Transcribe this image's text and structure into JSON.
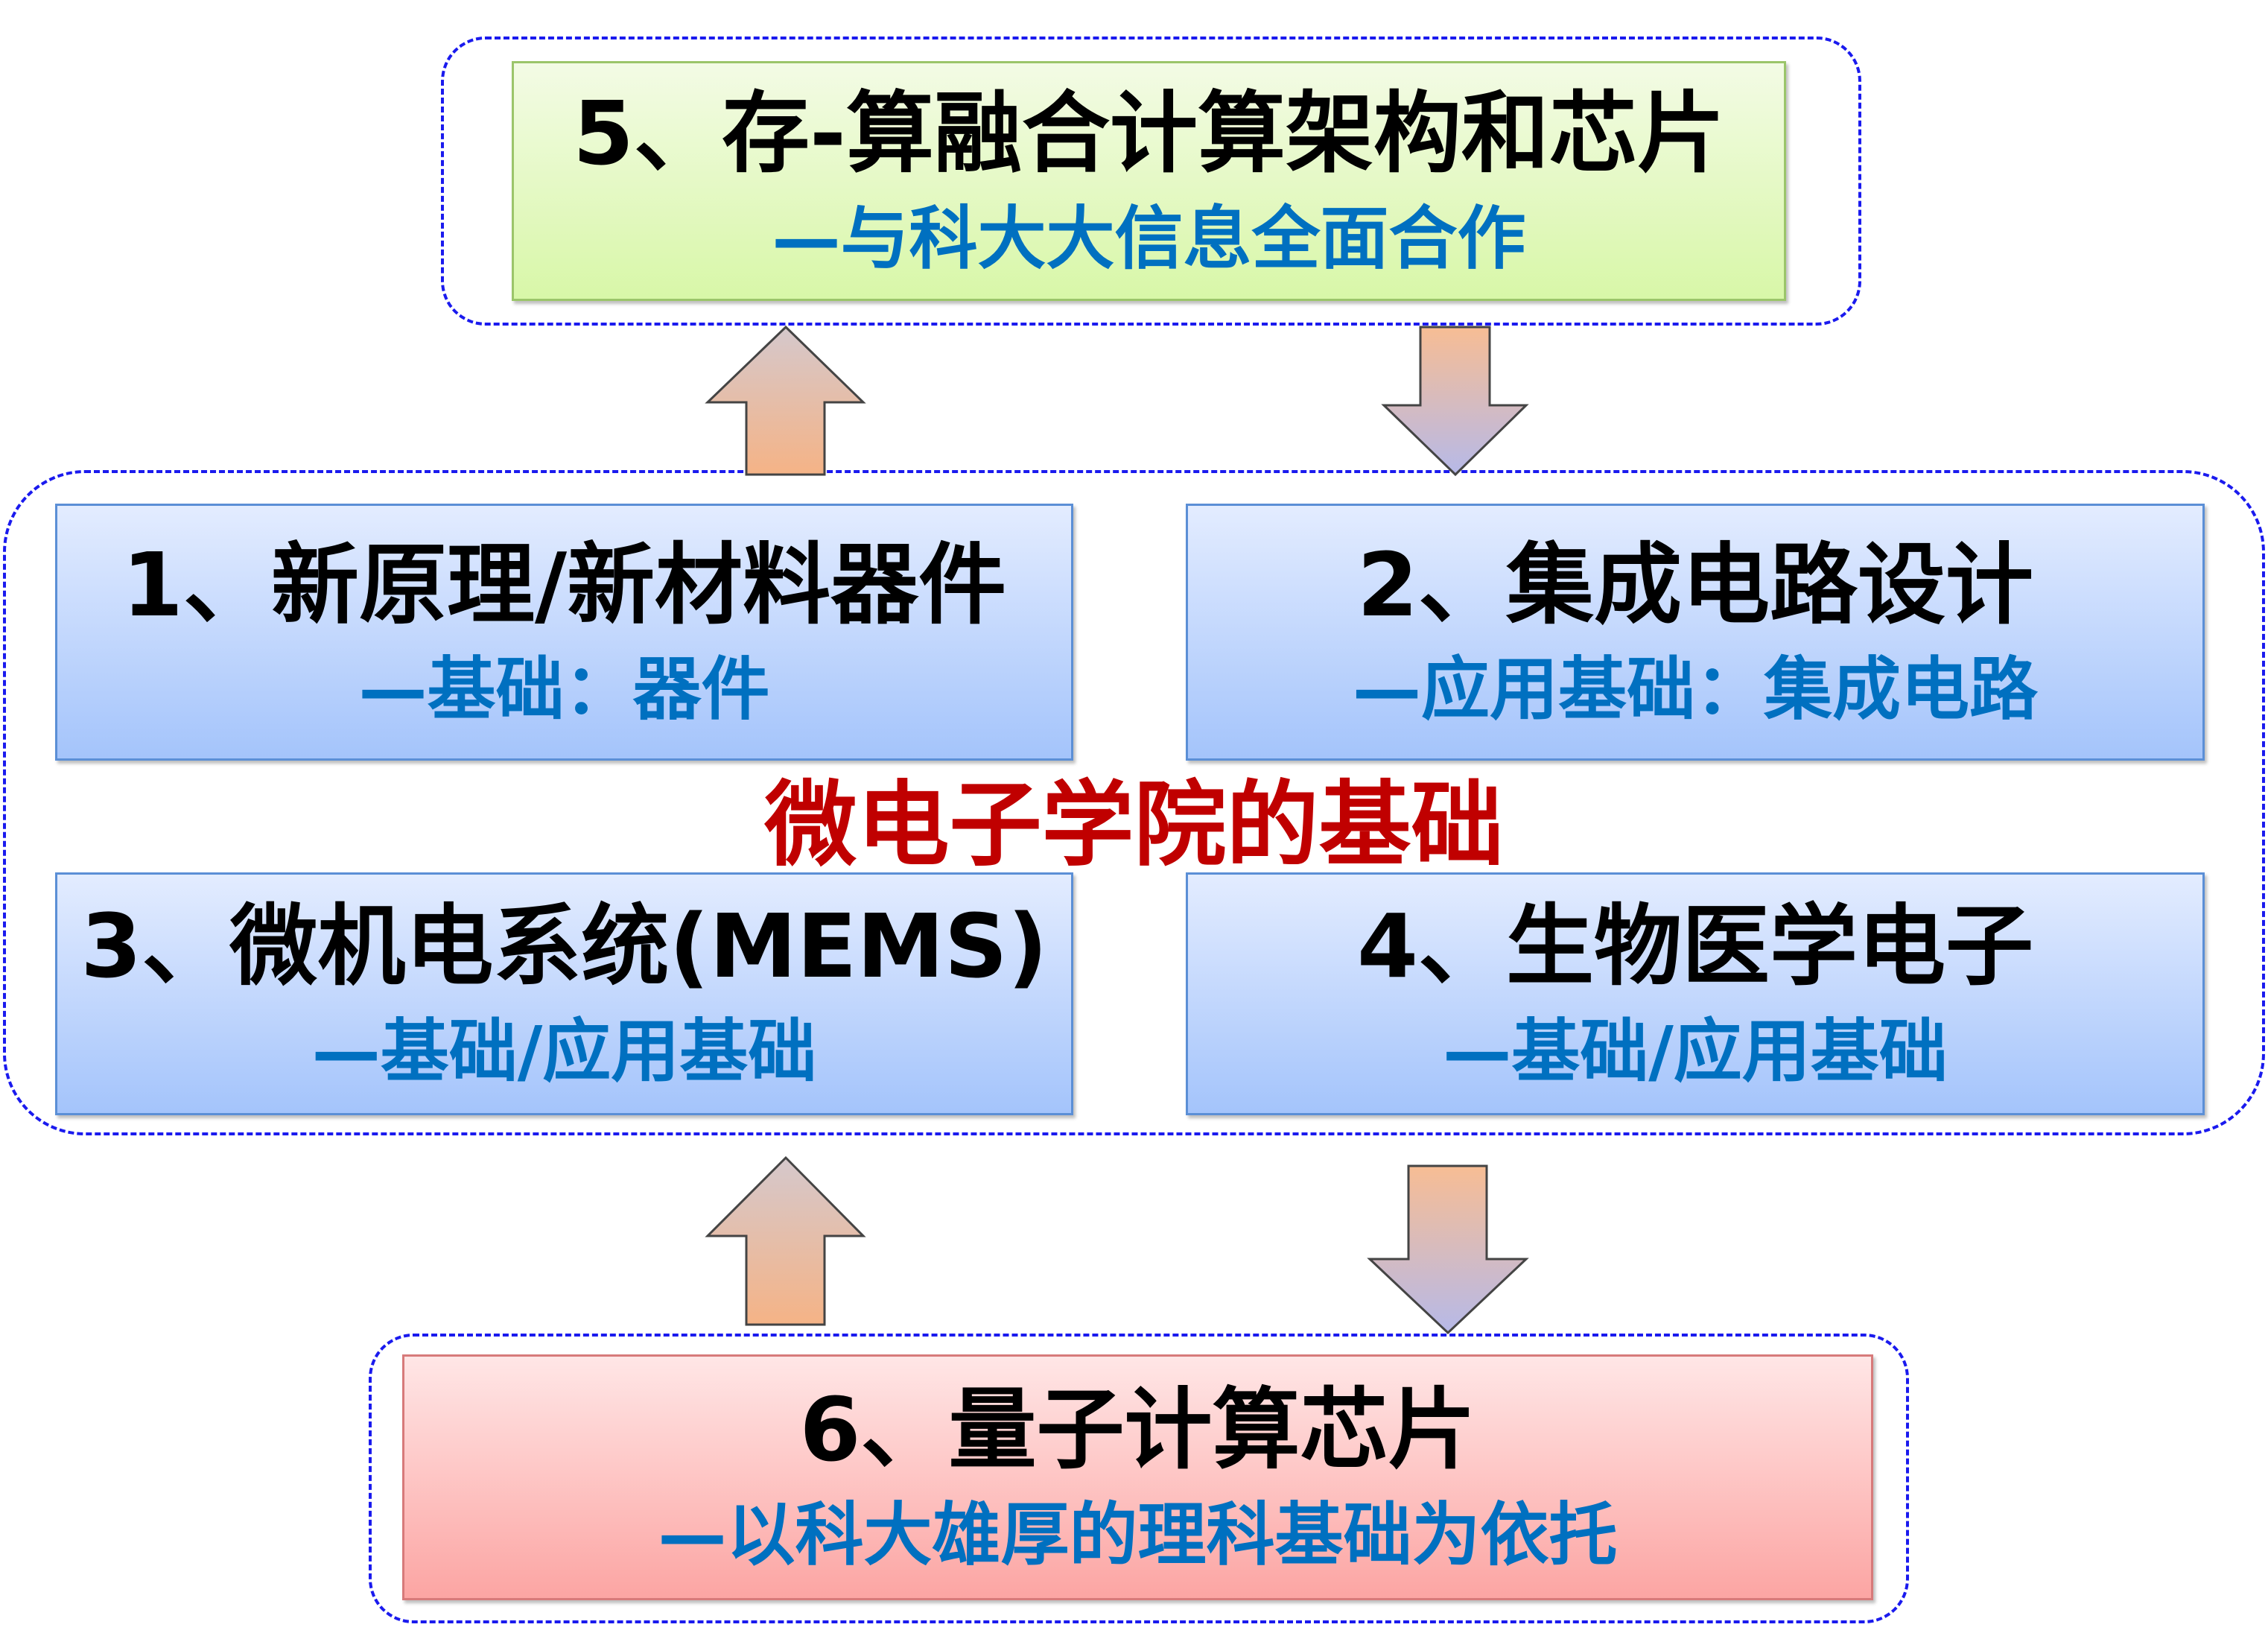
{
  "boxes": {
    "b5": {
      "title": "5、存-算融合计算架构和芯片",
      "subtitle": "—与科大大信息全面合作"
    },
    "b1": {
      "title": "1、新原理/新材料器件",
      "subtitle": "—基础：器件"
    },
    "b2": {
      "title": "2、集成电路设计",
      "subtitle": "—应用基础：集成电路"
    },
    "b3": {
      "title": "3、微机电系统(MEMS)",
      "subtitle": "—基础/应用基础"
    },
    "b4": {
      "title": "4、生物医学电子",
      "subtitle": "—基础/应用基础"
    },
    "b6": {
      "title": "6、量子计算芯片",
      "subtitle": "—以科大雄厚的理科基础为依托"
    }
  },
  "center_label": "微电子学院的基础",
  "colors": {
    "subtitle": "#0070c0",
    "center": "#c00000",
    "dash": "#1a1aee"
  }
}
